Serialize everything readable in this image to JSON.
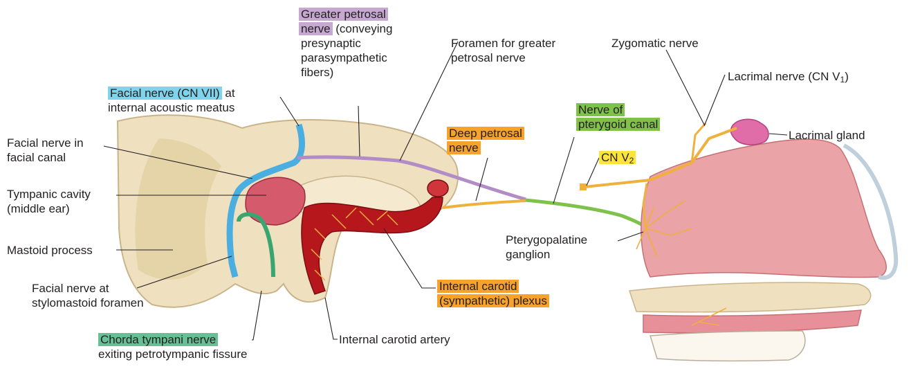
{
  "colors": {
    "blue_highlight": "#7fd3ea",
    "purple_highlight": "#c7a8d1",
    "green_highlight": "#7fc24a",
    "orange_highlight": "#f7a22d",
    "yellow_highlight": "#fce43a",
    "teal_highlight": "#68bf95",
    "bone": "#efe0bf",
    "facial_nerve": "#4aaee0",
    "petrosal_nerve": "#b28cc6",
    "chorda_tympani": "#3aa56f",
    "artery": "#b5171d",
    "nerve_yellow": "#f0b03c",
    "mucosa": "#eaa3a6"
  },
  "labels": {
    "facial_cn7": {
      "highlight": "Facial nerve (CN VII)",
      "line1_rest": " at",
      "line2": "internal acoustic meatus"
    },
    "greater_petrosal": {
      "highlight_line1": "Greater petrosal",
      "highlight_line2": "nerve",
      "line2_rest": " (conveying",
      "line3": "presynaptic",
      "line4": "parasympathetic",
      "line5": "fibers)"
    },
    "foramen": {
      "line1": "Foramen for greater",
      "line2": "petrosal nerve"
    },
    "zygomatic": "Zygomatic nerve",
    "lacrimal_nerve": {
      "text": "Lacrimal nerve (CN V",
      "sub": "1",
      "close": ")"
    },
    "lacrimal_gland": "Lacrimal gland",
    "nerve_pterygoid": {
      "line1": "Nerve of",
      "line2": "pterygoid canal"
    },
    "deep_petrosal": {
      "line1": "Deep petrosal",
      "line2": "nerve"
    },
    "cn_v2": {
      "text": "CN V",
      "sub": "2"
    },
    "facial_canal": {
      "line1": "Facial nerve in",
      "line2": "facial canal"
    },
    "tympanic": {
      "line1": "Tympanic cavity",
      "line2": "(middle ear)"
    },
    "mastoid": "Mastoid process",
    "stylomastoid": {
      "line1": "Facial nerve at",
      "line2": "stylomastoid foramen"
    },
    "pterygopalatine": {
      "line1": "Pterygopalatine",
      "line2": "ganglion"
    },
    "internal_plexus": {
      "line1": "Internal carotid",
      "line2": "(sympathetic) plexus"
    },
    "chorda": {
      "highlight": "Chorda tympani nerve",
      "line2": "exiting petrotympanic fissure"
    },
    "carotid_artery": "Internal carotid artery"
  }
}
